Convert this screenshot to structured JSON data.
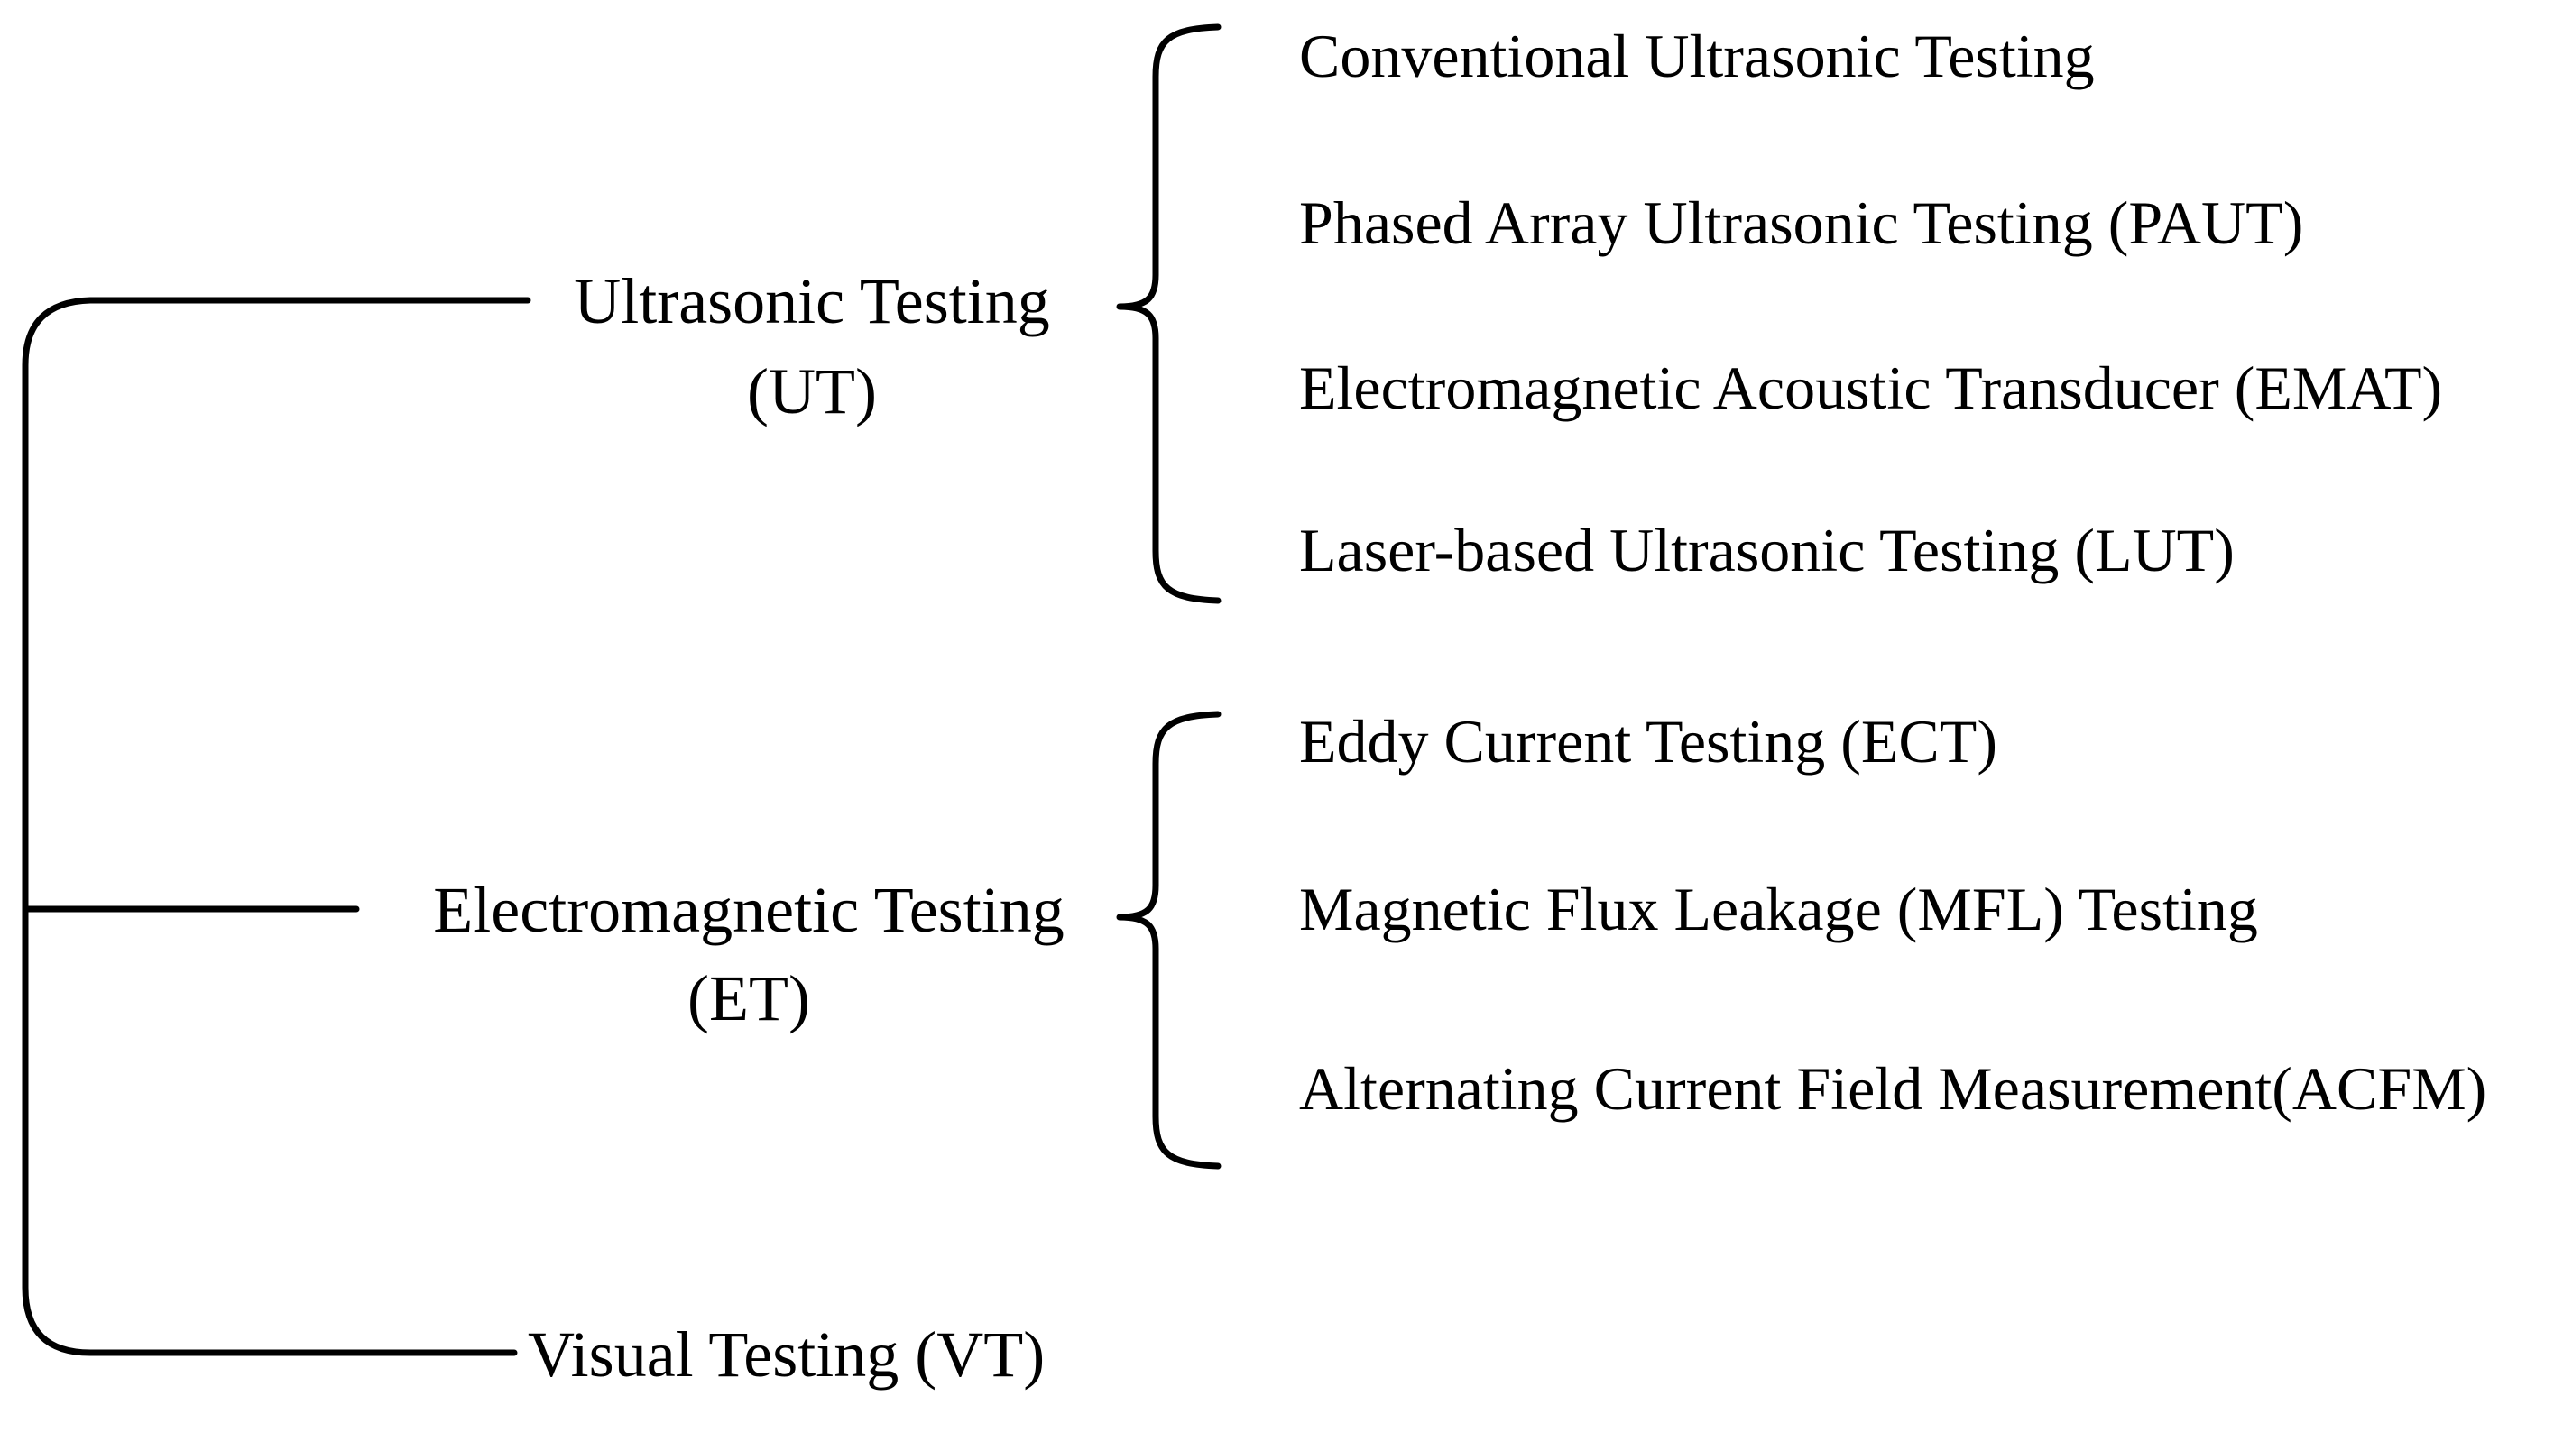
{
  "diagram": {
    "description": "Classification tree of non-destructive testing methods",
    "colors": {
      "line": "#000000",
      "text": "#000000",
      "background": "#ffffff"
    },
    "groups": [
      {
        "label": "Ultrasonic Testing",
        "abbr": "(UT)",
        "children": [
          "Conventional Ultrasonic Testing",
          "Phased Array Ultrasonic Testing (PAUT)",
          "Electromagnetic Acoustic Transducer (EMAT)",
          "Laser-based Ultrasonic Testing (LUT)"
        ]
      },
      {
        "label": "Electromagnetic Testing",
        "abbr": "(ET)",
        "children": [
          "Eddy Current Testing (ECT)",
          "Magnetic Flux Leakage (MFL) Testing",
          "Alternating Current Field Measurement(ACFM)"
        ]
      },
      {
        "label": "Visual Testing (VT)",
        "abbr": "",
        "children": []
      }
    ]
  }
}
